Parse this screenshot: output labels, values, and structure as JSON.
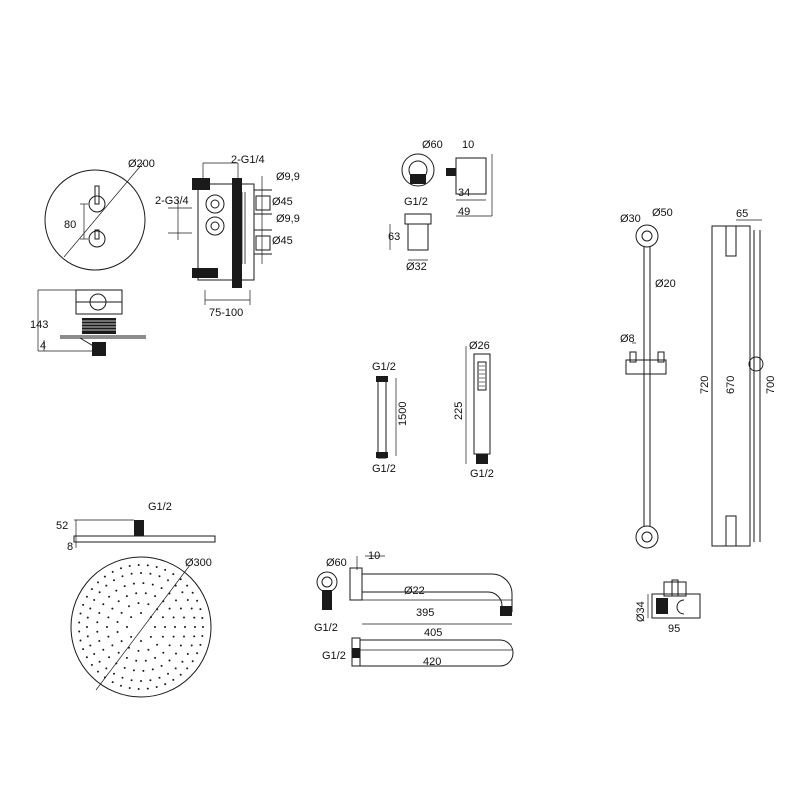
{
  "thermostat": {
    "diameter": "Ø200",
    "spacing": "80",
    "depth_total": "143",
    "plate_thickness": "4"
  },
  "valve_body": {
    "top_thread": "2-G1/4",
    "side_thread": "2-G3/4",
    "outlet_dia_1": "Ø9,9",
    "outlet_body_1": "Ø45",
    "outlet_dia_2": "Ø9,9",
    "outlet_body_2": "Ø45",
    "install_depth": "75-100"
  },
  "wall_outlet": {
    "flange_dia": "Ø60",
    "thread": "G1/2",
    "height": "63",
    "body_dia": "Ø32",
    "flange_thickness": "10",
    "depth_inner": "34",
    "depth_total": "49"
  },
  "hose": {
    "thread_top": "G1/2",
    "length": "1500",
    "thread_bottom": "G1/2"
  },
  "hand_shower": {
    "head_dia": "Ø26",
    "length": "225",
    "thread": "G1/2"
  },
  "rain_shower": {
    "thread": "G1/2",
    "height": "52",
    "thickness": "8",
    "diameter": "Ø300"
  },
  "shower_arm": {
    "flange_dia": "Ø60",
    "flange_thickness": "10",
    "pipe_dia": "Ø22",
    "thread": "G1/2",
    "length_inner": "395",
    "length_outer": "405"
  },
  "straight_arm": {
    "thread": "G1/2",
    "length": "420"
  },
  "slide_rail": {
    "bracket_dia_small": "Ø30",
    "bracket_dia_large": "Ø50",
    "bar_dia": "Ø20",
    "knob_dia": "Ø8",
    "projection": "65",
    "centers": "670",
    "total_height": "720",
    "length": "700"
  },
  "holder": {
    "diameter": "Ø34",
    "width": "95"
  }
}
